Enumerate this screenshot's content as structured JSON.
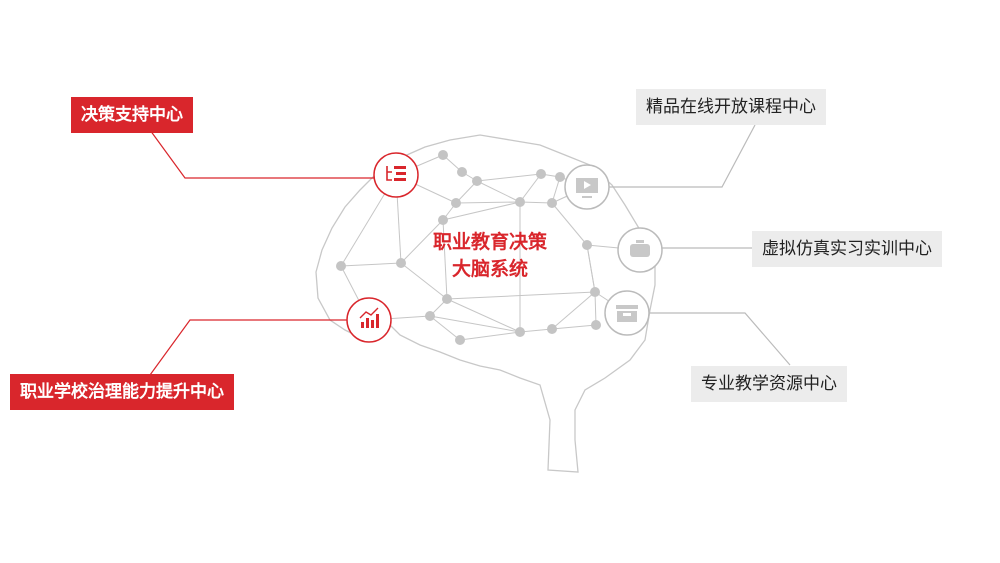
{
  "center_title": {
    "line1": "职业教育决策",
    "line2": "大脑系统"
  },
  "left_labels": [
    {
      "label": "决策支持中心",
      "icon": "tree-list-icon"
    },
    {
      "label": "职业学校治理能力提升中心",
      "icon": "growth-chart-icon"
    }
  ],
  "right_labels": [
    {
      "label": "精品在线开放课程中心",
      "icon": "video-monitor-icon"
    },
    {
      "label": "虚拟仿真实习实训中心",
      "icon": "vr-headset-icon"
    },
    {
      "label": "专业教学资源中心",
      "icon": "resource-box-icon"
    }
  ],
  "colors": {
    "accent": "#d9262c",
    "line": "#bdbdbd",
    "node": "#c4c4c4",
    "label_bg": "#ececec"
  }
}
